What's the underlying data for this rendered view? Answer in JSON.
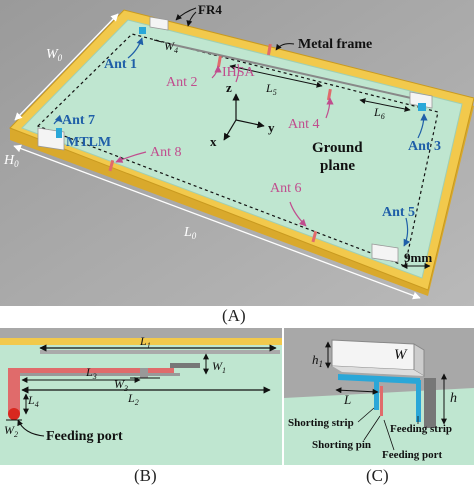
{
  "panel_a": {
    "label": "(A)",
    "fr4": "FR4",
    "w0": "W",
    "w0_sub": "0",
    "w4": "W",
    "w4_sub": "4",
    "metal_frame": "Metal frame",
    "l5": "L",
    "l5_sub": "5",
    "l6": "L",
    "l6_sub": "6",
    "l0": "L",
    "l0_sub": "0",
    "h0": "H",
    "h0_sub": "0",
    "ihsa": "IHSA",
    "mtlm": "MTLM",
    "ground_plane_1": "Ground",
    "ground_plane_2": "plane",
    "nine_mm": "9mm",
    "axis_z": "z",
    "axis_x": "x",
    "axis_y": "y",
    "antennas": {
      "ant1": "Ant 1",
      "ant2": "Ant 2",
      "ant3": "Ant 3",
      "ant4": "Ant 4",
      "ant5": "Ant 5",
      "ant6": "Ant 6",
      "ant7": "Ant 7",
      "ant8": "Ant 8"
    }
  },
  "panel_b": {
    "label": "(B)",
    "l1": "L",
    "l1_sub": "1",
    "l2": "L",
    "l2_sub": "2",
    "l3": "L",
    "l3_sub": "3",
    "l4": "L",
    "l4_sub": "4",
    "w1": "W",
    "w1_sub": "1",
    "w2": "W",
    "w2_sub": "2",
    "w3": "W",
    "w3_sub": "3",
    "feeding_port": "Feeding port"
  },
  "panel_c": {
    "label": "(C)",
    "w": "W",
    "h": "h",
    "h1": "h",
    "h1_sub": "1",
    "l": "L",
    "shorting_strip": "Shorting strip",
    "shorting_pin": "Shorting pin",
    "feeding_strip": "Feeding strip",
    "feeding_port": "Feeding port"
  },
  "colors": {
    "frame": "#f2c94c",
    "ground": "#bfe6d0",
    "background": "#a8a8a8",
    "ant_label_blue": "#1f5fa8",
    "ant_label_pink": "#c04d8e",
    "radiator": "#e06b6b",
    "feed_strip": "#2aa7d8"
  }
}
